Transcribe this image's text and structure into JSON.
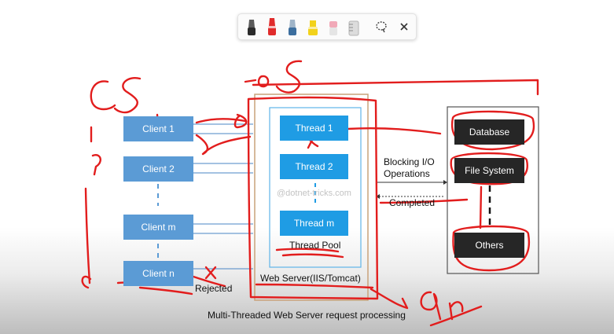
{
  "toolbar": {
    "tools": [
      {
        "icon": "black-pen-icon",
        "color": "#2b2b2b"
      },
      {
        "icon": "red-pen-icon",
        "color": "#e02b2b"
      },
      {
        "icon": "blue-pen-icon",
        "color": "#3c6e9e"
      },
      {
        "icon": "highlighter-icon",
        "color": "#f2d21b"
      },
      {
        "icon": "eraser-icon",
        "color": "#f1a9b8"
      },
      {
        "icon": "ruler-icon",
        "color": "#bdbdbd"
      },
      {
        "icon": "lasso-icon",
        "color": "#444444"
      },
      {
        "icon": "close-icon",
        "color": "#333333"
      }
    ]
  },
  "diagram": {
    "clients": [
      "Client 1",
      "Client 2",
      "Client m",
      "Client n"
    ],
    "threads": [
      "Thread 1",
      "Thread 2",
      "Thread m"
    ],
    "thread_pool_label": "Thread Pool",
    "server_label": "Web Server(IIS/Tomcat)",
    "watermark": "@dotnet-tricks.com",
    "rejected_label": "Rejected",
    "blocking_label_line1": "Blocking I/O",
    "blocking_label_line2": "Operations",
    "completed_label": "Completed",
    "stores": [
      "Database",
      "File System",
      "Others"
    ],
    "caption": "Multi-Threaded Web Server request processing"
  },
  "colors": {
    "client_box": "#5b9bd5",
    "thread_box": "#1f9ce4",
    "store_box": "#262626",
    "ink_red": "#e21d1d",
    "server_border": "#c9a27a"
  }
}
